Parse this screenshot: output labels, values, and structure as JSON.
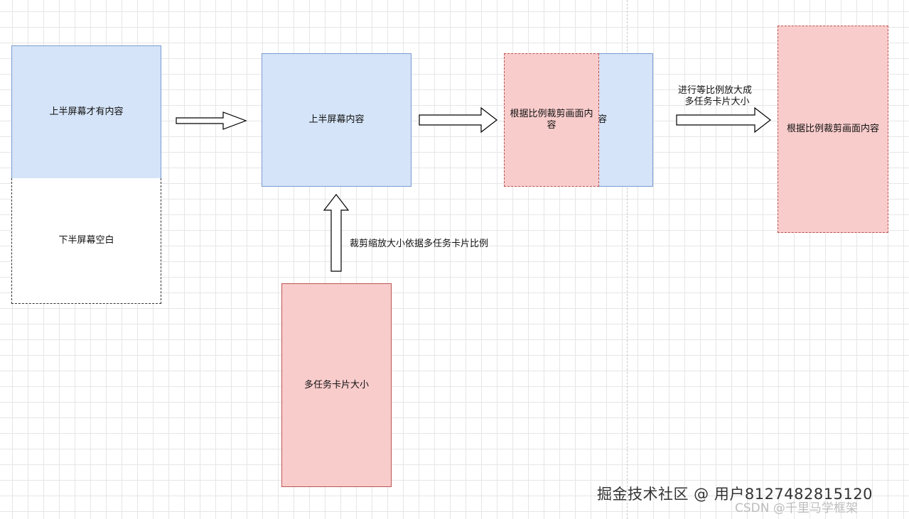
{
  "diagram": {
    "box_top_half_content": "上半屏幕才有内容",
    "box_bottom_half_blank": "下半屏幕空白",
    "box_top_half": "上半屏幕内容",
    "box_multitask_card_size": "多任务卡片大小",
    "crop_scale_note": "裁剪缩放大小依据多任务卡片比例",
    "box_crop_by_ratio": "根据比例裁剪画面内容",
    "box_remaining_fragment": "容",
    "scale_up_note_line1": "进行等比例放大成",
    "scale_up_note_line2": "多任务卡片大小",
    "box_final_crop": "根据比例裁剪画面内容"
  },
  "watermark": {
    "primary": "掘金技术社区 @ 用户8127482815120",
    "secondary": "CSDN @千里马学框架"
  },
  "colors": {
    "blue_fill": "#d5e4f8",
    "blue_stroke": "#7a9bd3",
    "red_fill": "#f9cccc",
    "red_stroke": "#b85450",
    "grid": "#e6e6e6"
  }
}
